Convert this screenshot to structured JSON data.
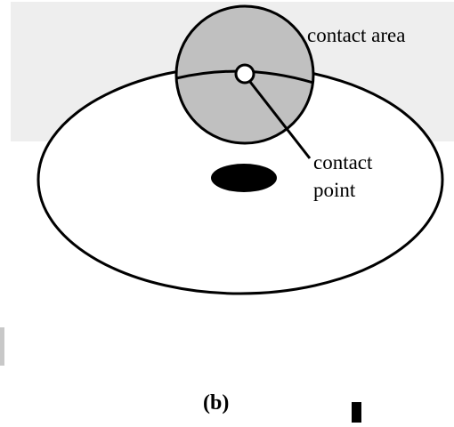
{
  "diagram": {
    "labels": {
      "contact_area": "contact area",
      "contact_point_line1": "contact",
      "contact_point_line2": "point",
      "caption": "(b)"
    },
    "colors": {
      "background": "#ffffff",
      "band": "#eeeeee",
      "contact_disc": "#c0c0c0",
      "stroke": "#000000",
      "blob": "#000000",
      "edge_artifact": "#c8c8c8"
    }
  }
}
